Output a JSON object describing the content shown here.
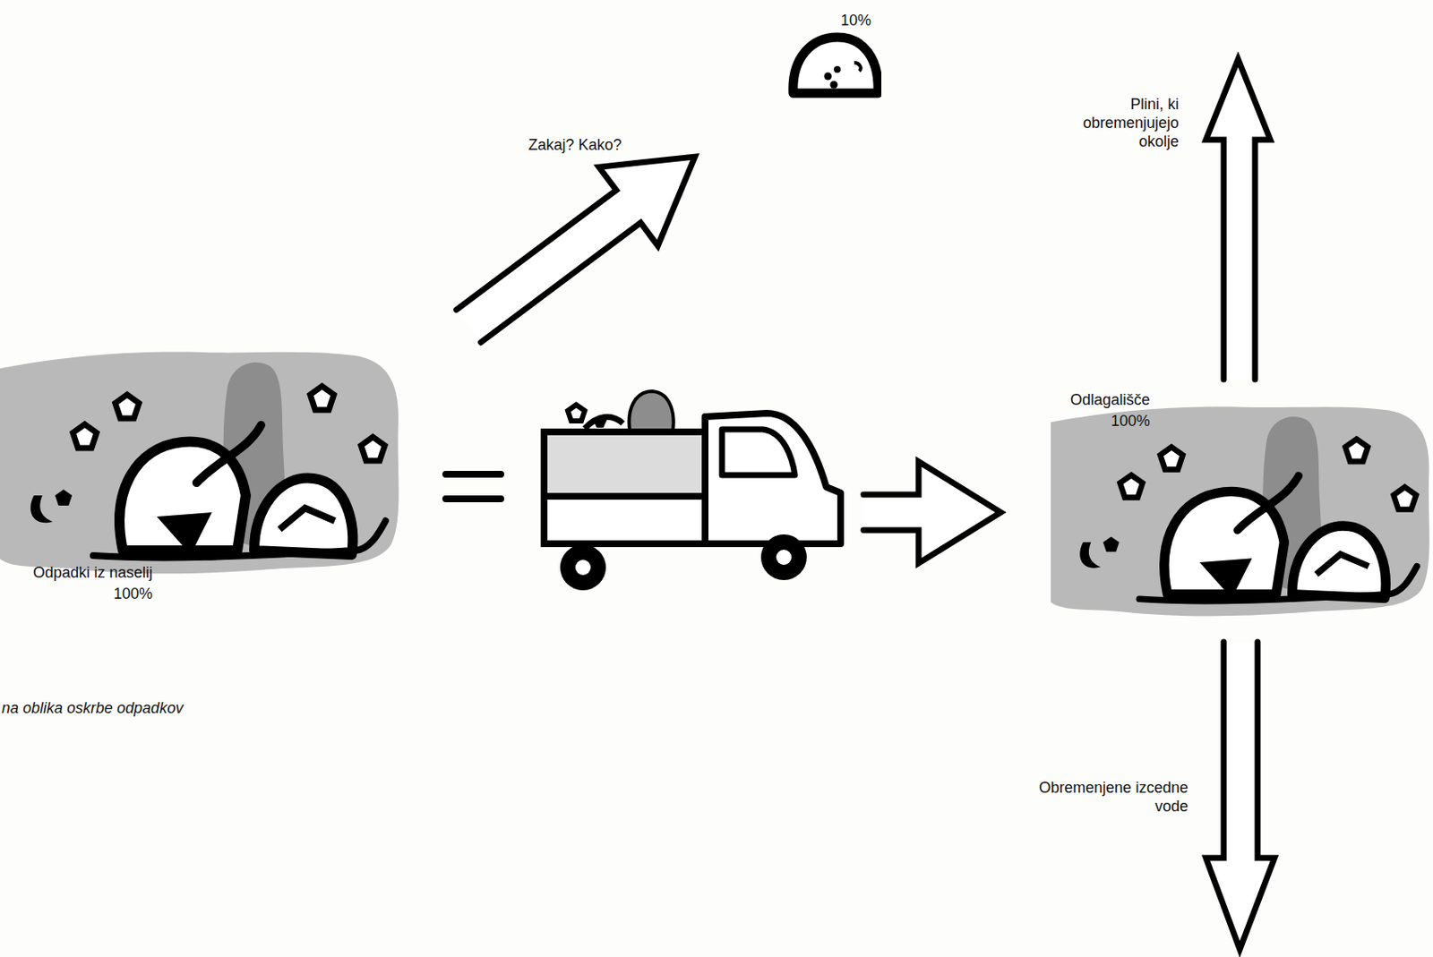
{
  "diagram": {
    "caption": "na oblika oskrbe odpadkov",
    "nodes": [
      {
        "text": [
          "Odpadki iz naselij",
          "100%"
        ]
      },
      {
        "text": [
          "10%"
        ]
      },
      {
        "text": [
          "Odlagališče",
          "100%"
        ]
      }
    ],
    "edges": [
      {
        "from": 0,
        "to": 2,
        "arrow": "to"
      },
      {
        "from": 0,
        "to": 1,
        "label": "Zakaj? Kako?",
        "arrow": "to"
      }
    ],
    "labels": [
      "Plini, ki obremenjujejo okolje",
      "Obremenjene izcedne vode"
    ]
  }
}
